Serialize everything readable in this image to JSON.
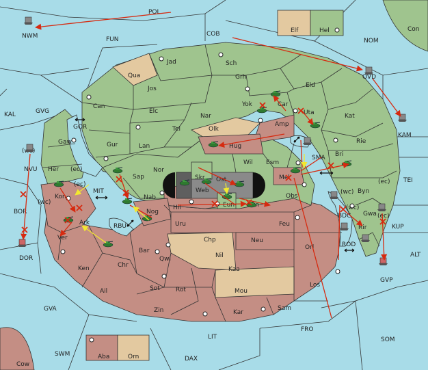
{
  "colors": {
    "sea": "#a8dce8",
    "green": "#9fc48e",
    "red": "#c48e84",
    "tan": "#e3c9a0",
    "gray": "#8a8a8a",
    "dark_gray": "#5f5f5f",
    "black": "#111111",
    "arrow_red": "#d62a10",
    "arrow_yellow": "#f2e830"
  },
  "legend_top": {
    "left": "Elf",
    "right": "Hel"
  },
  "legend_bottom": {
    "left": "Aba",
    "right": "Orn"
  },
  "sea_labels": [
    {
      "id": "pol",
      "text": "POL"
    },
    {
      "id": "nwm",
      "text": "NWM"
    },
    {
      "id": "fun",
      "text": "FUN"
    },
    {
      "id": "cob",
      "text": "COB"
    },
    {
      "id": "nom",
      "text": "NOM"
    },
    {
      "id": "con",
      "text": "Con"
    },
    {
      "id": "ovd",
      "text": "OVD"
    },
    {
      "id": "kal",
      "text": "KAL"
    },
    {
      "id": "gvg",
      "text": "GVG"
    },
    {
      "id": "kam",
      "text": "KAM"
    },
    {
      "id": "gor",
      "text": "GOR"
    },
    {
      "id": "wc1",
      "text": "(wc)"
    },
    {
      "id": "nvu",
      "text": "NVU"
    },
    {
      "id": "ec1",
      "text": "(ec)"
    },
    {
      "id": "mit",
      "text": "MIT"
    },
    {
      "id": "wc2",
      "text": "(wc)"
    },
    {
      "id": "bor",
      "text": "BOR"
    },
    {
      "id": "dor",
      "text": "DOR"
    },
    {
      "id": "rbu",
      "text": "RBU"
    },
    {
      "id": "sma",
      "text": "SMA"
    },
    {
      "id": "tei",
      "text": "TEI"
    },
    {
      "id": "ec2",
      "text": "(ec)"
    },
    {
      "id": "wc3",
      "text": "(wc)"
    },
    {
      "id": "bdc",
      "text": "BDC"
    },
    {
      "id": "wc4",
      "text": "(wc)"
    },
    {
      "id": "ec3",
      "text": "(ec)"
    },
    {
      "id": "kup",
      "text": "KUP"
    },
    {
      "id": "rod",
      "text": "ROD"
    },
    {
      "id": "alt",
      "text": "ALT"
    },
    {
      "id": "gvp",
      "text": "GVP"
    },
    {
      "id": "gva",
      "text": "GVA"
    },
    {
      "id": "fro",
      "text": "FRO"
    },
    {
      "id": "lit",
      "text": "LIT"
    },
    {
      "id": "som",
      "text": "SOM"
    },
    {
      "id": "swm",
      "text": "SWM"
    },
    {
      "id": "dax",
      "text": "DAX"
    },
    {
      "id": "cow",
      "text": "Cow"
    },
    {
      "id": "ec4",
      "text": "(ec)"
    }
  ],
  "land_labels": [
    {
      "id": "jad",
      "text": "Jad"
    },
    {
      "id": "sch",
      "text": "Sch"
    },
    {
      "id": "qua",
      "text": "Qua"
    },
    {
      "id": "jos",
      "text": "Jos"
    },
    {
      "id": "grh",
      "text": "Grh"
    },
    {
      "id": "eld",
      "text": "Eld"
    },
    {
      "id": "can",
      "text": "Can"
    },
    {
      "id": "yok",
      "text": "Yok"
    },
    {
      "id": "car",
      "text": "Car"
    },
    {
      "id": "elc",
      "text": "Elc"
    },
    {
      "id": "nar",
      "text": "Nar"
    },
    {
      "id": "uta",
      "text": "Uta"
    },
    {
      "id": "kat",
      "text": "Kat"
    },
    {
      "id": "tel",
      "text": "Tel"
    },
    {
      "id": "olk",
      "text": "Olk"
    },
    {
      "id": "amp",
      "text": "Amp"
    },
    {
      "id": "gaw",
      "text": "Gaw"
    },
    {
      "id": "gur",
      "text": "Gur"
    },
    {
      "id": "lan",
      "text": "Lan"
    },
    {
      "id": "hug",
      "text": "Hug"
    },
    {
      "id": "rie",
      "text": "Rie"
    },
    {
      "id": "her",
      "text": "Her"
    },
    {
      "id": "nor",
      "text": "Nor"
    },
    {
      "id": "skr",
      "text": "Skr"
    },
    {
      "id": "wil",
      "text": "Wil"
    },
    {
      "id": "esm",
      "text": "Esm"
    },
    {
      "id": "bri",
      "text": "Bri"
    },
    {
      "id": "sap",
      "text": "Sap"
    },
    {
      "id": "web",
      "text": "Web"
    },
    {
      "id": "ost",
      "text": "Ost"
    },
    {
      "id": "mel",
      "text": "Mel"
    },
    {
      "id": "byn",
      "text": "Byn"
    },
    {
      "id": "kon",
      "text": "Kon"
    },
    {
      "id": "nab",
      "text": "Nab"
    },
    {
      "id": "eun",
      "text": "Eun"
    },
    {
      "id": "sun",
      "text": "Sun"
    },
    {
      "id": "obs",
      "text": "Obs"
    },
    {
      "id": "hil",
      "text": "Hil"
    },
    {
      "id": "nog",
      "text": "Nog"
    },
    {
      "id": "gwa",
      "text": "Gwa"
    },
    {
      "id": "ark",
      "text": "Ark"
    },
    {
      "id": "uru",
      "text": "Uru"
    },
    {
      "id": "feu",
      "text": "Feu"
    },
    {
      "id": "rir",
      "text": "Rir"
    },
    {
      "id": "ver",
      "text": "Ver"
    },
    {
      "id": "chp",
      "text": "Chp"
    },
    {
      "id": "neu",
      "text": "Neu"
    },
    {
      "id": "bar",
      "text": "Bar"
    },
    {
      "id": "qwi",
      "text": "Qwi"
    },
    {
      "id": "nil",
      "text": "Nil"
    },
    {
      "id": "orl",
      "text": "Orl"
    },
    {
      "id": "ken",
      "text": "Ken"
    },
    {
      "id": "chr",
      "text": "Chr"
    },
    {
      "id": "kaa",
      "text": "Kaa"
    },
    {
      "id": "ail",
      "text": "Ail"
    },
    {
      "id": "sot",
      "text": "Sot"
    },
    {
      "id": "rot",
      "text": "Rot"
    },
    {
      "id": "mou",
      "text": "Mou"
    },
    {
      "id": "los",
      "text": "Los"
    },
    {
      "id": "zin",
      "text": "Zin"
    },
    {
      "id": "kar",
      "text": "Kar"
    },
    {
      "id": "sam",
      "text": "Sam"
    }
  ]
}
